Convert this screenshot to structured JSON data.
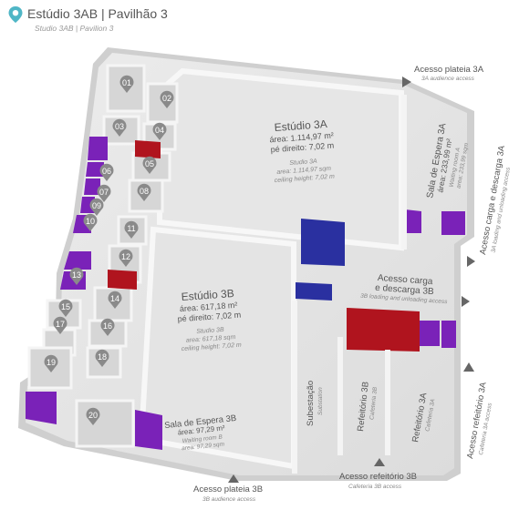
{
  "header": {
    "title": "Estúdio 3AB | Pavilhão 3",
    "subtitle": "Studio 3AB | Pavilion 3",
    "accent": "#4fb6c6"
  },
  "colors": {
    "purple": "#7a22b8",
    "red": "#b0141e",
    "blue": "#2a30a0"
  },
  "rooms": {
    "numbers": [
      "01",
      "02",
      "03",
      "04",
      "05",
      "06",
      "07",
      "08",
      "09",
      "10",
      "11",
      "12",
      "13",
      "14",
      "15",
      "16",
      "17",
      "18",
      "19",
      "20"
    ],
    "studio3a": {
      "name": "Estúdio 3A",
      "area": "área: 1.114,97 m²",
      "height": "pé direito: 7,02 m",
      "name_en": "Studio 3A",
      "area_en": "area: 1.114,97 sqm",
      "height_en": "ceiling height: 7,02 m"
    },
    "studio3b": {
      "name": "Estúdio 3B",
      "area": "área: 617,18 m²",
      "height": "pé direito: 7,02 m",
      "name_en": "Studio 3B",
      "area_en": "area: 617,18 sqm",
      "height_en": "ceiling height: 7,02 m"
    },
    "waiting3a": {
      "name": "Sala de Espera 3A",
      "area": "área: 233,99 m²",
      "name_en": "Waiting room A",
      "area_en": "area: 233,99 sqm"
    },
    "waiting3b": {
      "name": "Sala de Espera 3B",
      "area": "área: 97,29 m²",
      "name_en": "Waiting room B",
      "area_en": "area: 97,29 sqm"
    },
    "substation": {
      "name": "Subestação",
      "name_en": "Substation"
    },
    "cafeteria3b": {
      "name": "Refeitório 3B",
      "name_en": "Cafeteria 3B"
    },
    "cafeteria3a": {
      "name": "Refeitório 3A",
      "name_en": "Cafeteria 3A"
    }
  },
  "access": {
    "plateia3a": {
      "name": "Acesso plateia 3A",
      "name_en": "3A audience access"
    },
    "carga3a": {
      "name": "Acesso carga e descarga 3A",
      "name_en": "3A loading and unloading access"
    },
    "carga3b_line1": "Acesso carga",
    "carga3b_line2": "e descarga 3B",
    "carga3b_en": "3B loading and unloading access",
    "refeitorio3a": {
      "name": "Acesso refeitório 3A",
      "name_en": "Cafeteria 3A access"
    },
    "refeitorio3b": {
      "name": "Acesso refeitório 3B",
      "name_en": "Cafeteria 3B access"
    },
    "plateia3b": {
      "name": "Acesso plateia 3B",
      "name_en": "3B audience access"
    }
  }
}
